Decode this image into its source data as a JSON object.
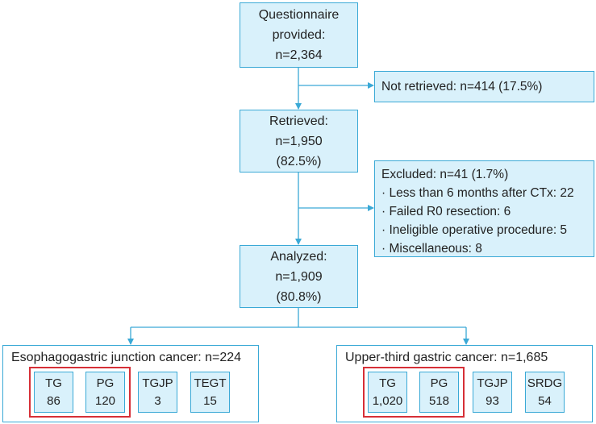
{
  "colors": {
    "box_fill": "#d9f1fb",
    "border": "#3aa9d6",
    "arrow": "#3aa9d6",
    "highlight": "#d62f37"
  },
  "questionnaire": {
    "line1": "Questionnaire",
    "line2": "provided:",
    "line3": "n=2,364"
  },
  "not_retrieved": {
    "text": "Not retrieved: n=414 (17.5%)"
  },
  "retrieved": {
    "line1": "Retrieved:",
    "line2": "n=1,950",
    "line3": "(82.5%)"
  },
  "excluded": {
    "title": "Excluded: n=41 (1.7%)",
    "items": [
      "· Less than 6 months after CTx: 22",
      "· Failed R0 resection: 6",
      "· Ineligible operative procedure: 5",
      "· Miscellaneous: 8"
    ]
  },
  "analyzed": {
    "line1": "Analyzed:",
    "line2": "n=1,909",
    "line3": "(80.8%)"
  },
  "egj": {
    "title": "Esophagogastric junction cancer: n=224",
    "groups": [
      {
        "name": "TG",
        "n": "86"
      },
      {
        "name": "PG",
        "n": "120"
      },
      {
        "name": "TGJP",
        "n": "3"
      },
      {
        "name": "TEGT",
        "n": "15"
      }
    ]
  },
  "utg": {
    "title": "Upper-third gastric cancer: n=1,685",
    "groups": [
      {
        "name": "TG",
        "n": "1,020"
      },
      {
        "name": "PG",
        "n": "518"
      },
      {
        "name": "TGJP",
        "n": "93"
      },
      {
        "name": "SRDG",
        "n": "54"
      }
    ]
  }
}
